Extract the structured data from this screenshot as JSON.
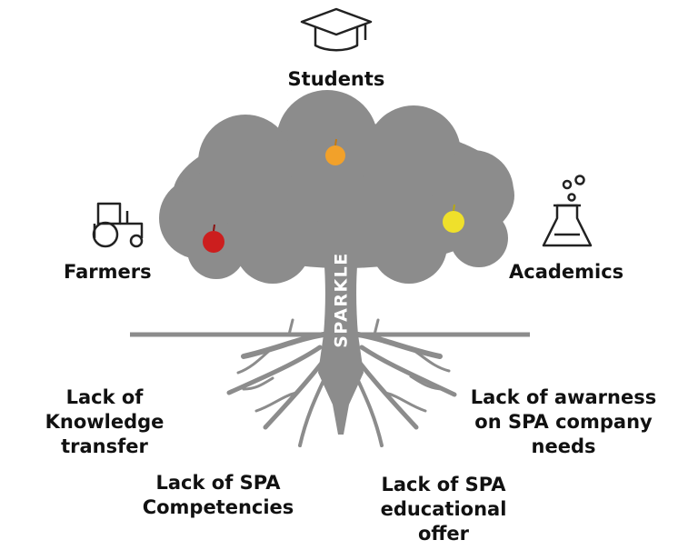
{
  "diagram": {
    "center_label": "SPARKLE",
    "stakeholders": {
      "top": {
        "label": "Students",
        "icon": "graduation-cap-icon"
      },
      "left": {
        "label": "Farmers",
        "icon": "tractor-icon"
      },
      "right": {
        "label": "Academics",
        "icon": "flask-icon"
      }
    },
    "roots": [
      {
        "line1": "Lack of",
        "line2": "Knowledge",
        "line3": "transfer"
      },
      {
        "line1": "Lack of SPA",
        "line2": "Competencies"
      },
      {
        "line1": "Lack of SPA",
        "line2": "educational",
        "line3": "offer"
      },
      {
        "line1": "Lack of awarness",
        "line2": "on SPA company",
        "line3": "needs"
      }
    ]
  },
  "colors": {
    "tree": "#8c8c8c",
    "apple_red": "#cc1e1e",
    "apple_orange": "#f2a12a",
    "apple_yellow": "#efe02b",
    "text": "#111111"
  }
}
